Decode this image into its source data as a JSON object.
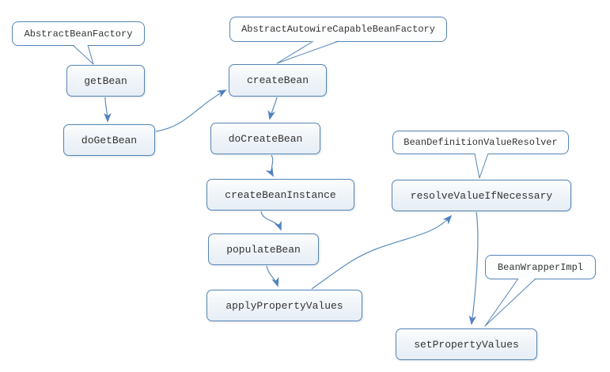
{
  "colors": {
    "node_border": "#5585b5",
    "node_fill_top": "#fcfdfe",
    "node_fill_bottom": "#e7eef6",
    "connector": "#5b8db8",
    "text": "#333333",
    "background": "#ffffff"
  },
  "nodes": [
    {
      "id": "getBean",
      "label": "getBean"
    },
    {
      "id": "doGetBean",
      "label": "doGetBean"
    },
    {
      "id": "createBean",
      "label": "createBean"
    },
    {
      "id": "doCreateBean",
      "label": "doCreateBean"
    },
    {
      "id": "createBeanInstance",
      "label": "createBeanInstance"
    },
    {
      "id": "populateBean",
      "label": "populateBean"
    },
    {
      "id": "applyPropertyValues",
      "label": "applyPropertyValues"
    },
    {
      "id": "resolveValueIfNecessary",
      "label": "resolveValueIfNecessary"
    },
    {
      "id": "setPropertyValues",
      "label": "setPropertyValues"
    }
  ],
  "callouts": [
    {
      "id": "AbstractBeanFactory",
      "label": "AbstractBeanFactory",
      "attached_to": "getBean"
    },
    {
      "id": "AbstractAutowireCapableBeanFactory",
      "label": "AbstractAutowireCapableBeanFactory",
      "attached_to": "createBean"
    },
    {
      "id": "BeanDefinitionValueResolver",
      "label": "BeanDefinitionValueResolver",
      "attached_to": "resolveValueIfNecessary"
    },
    {
      "id": "BeanWrapperImpl",
      "label": "BeanWrapperImpl",
      "attached_to": "setPropertyValues"
    }
  ],
  "edges": [
    {
      "from": "getBean",
      "to": "doGetBean"
    },
    {
      "from": "doGetBean",
      "to": "createBean"
    },
    {
      "from": "createBean",
      "to": "doCreateBean"
    },
    {
      "from": "doCreateBean",
      "to": "createBeanInstance"
    },
    {
      "from": "createBeanInstance",
      "to": "populateBean"
    },
    {
      "from": "populateBean",
      "to": "applyPropertyValues"
    },
    {
      "from": "applyPropertyValues",
      "to": "resolveValueIfNecessary"
    },
    {
      "from": "resolveValueIfNecessary",
      "to": "setPropertyValues"
    }
  ]
}
